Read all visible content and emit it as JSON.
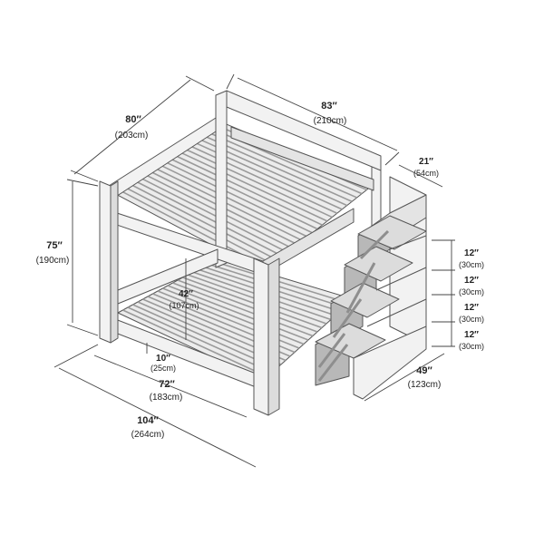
{
  "dimensions": {
    "depth": {
      "imperial": "80″",
      "metric": "(203cm)"
    },
    "length": {
      "imperial": "83″",
      "metric": "(210cm)"
    },
    "step_depth": {
      "imperial": "21″",
      "metric": "(54cm)"
    },
    "height": {
      "imperial": "75″",
      "metric": "(190cm)"
    },
    "clearance": {
      "imperial": "42″",
      "metric": "(107cm)"
    },
    "floor_gap": {
      "imperial": "10″",
      "metric": "(25cm)"
    },
    "inner_length": {
      "imperial": "72″",
      "metric": "(183cm)"
    },
    "total_length": {
      "imperial": "104″",
      "metric": "(264cm)"
    },
    "stair_width": {
      "imperial": "49″",
      "metric": "(123cm)"
    },
    "steps": [
      {
        "imperial": "12″",
        "metric": "(30cm)"
      },
      {
        "imperial": "12″",
        "metric": "(30cm)"
      },
      {
        "imperial": "12″",
        "metric": "(30cm)"
      },
      {
        "imperial": "12″",
        "metric": "(30cm)"
      }
    ]
  },
  "colors": {
    "line": "#555555",
    "frame_fill": "#f2f2f2",
    "frame_shade": "#dcdcdc",
    "slat": "#9a9a9a",
    "drawer": "#b8b8b8",
    "drawer_dark": "#8e8e8e"
  }
}
